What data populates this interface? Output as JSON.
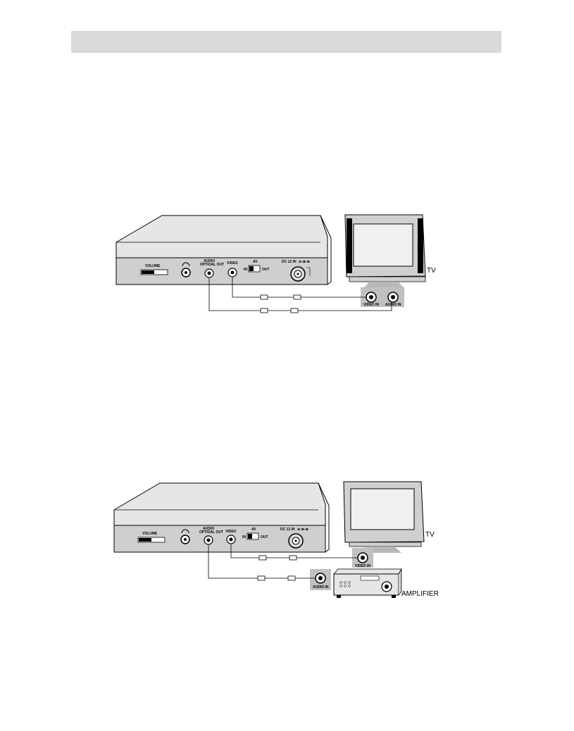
{
  "diagram1": {
    "panel": {
      "volume": "VOLUME",
      "audio": "AUDIO",
      "audio_sub": "OPTIOAL OUT",
      "video": "VIDEO",
      "av": "AV",
      "in": "IN",
      "out": "OUT",
      "dc": "DC 12 IN"
    },
    "tv_label": "TV",
    "video_in": "VIDEO IN",
    "audio_in": "AUDIO IN"
  },
  "diagram2": {
    "panel": {
      "volume": "VOLUME",
      "audio": "AUDIO",
      "audio_sub": "OPTIOAL OUT",
      "video": "VIDEO",
      "av": "AV",
      "in": "IN",
      "out": "OUT",
      "dc": "DC 12 IN"
    },
    "tv_label": "TV",
    "video_in": "VIDEO IN",
    "audio_in": "AUDIO IN",
    "amplifier_label": "AMPLIFIER"
  }
}
